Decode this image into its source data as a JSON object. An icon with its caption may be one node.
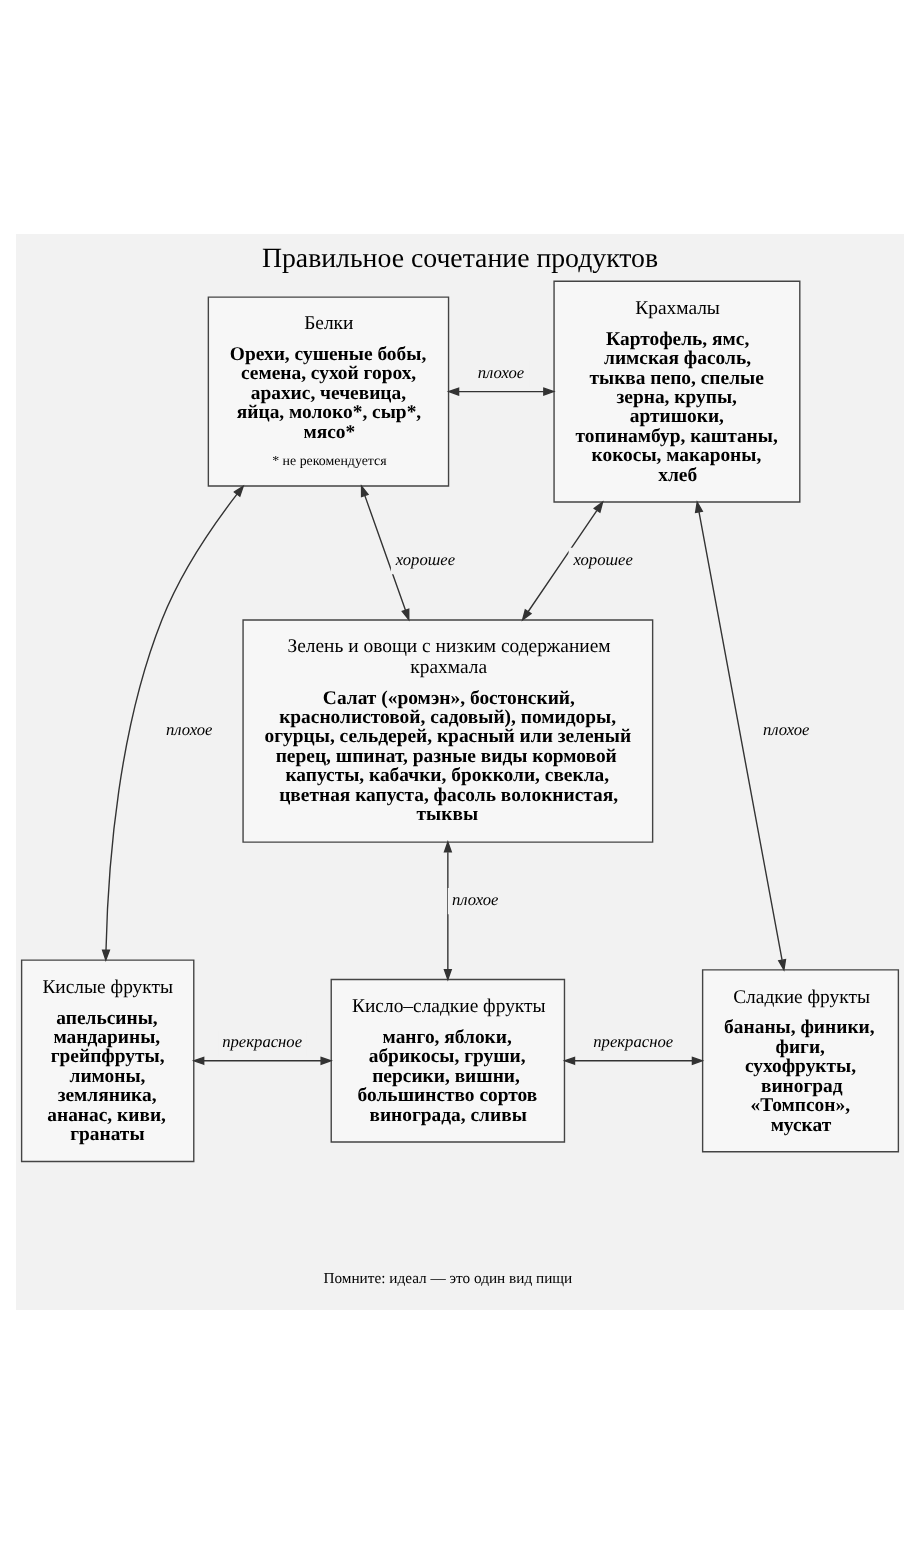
{
  "diagram": {
    "title": "Правильное сочетание продуктов",
    "caption": "Помните: идеал — это один вид пищи",
    "nodes": [
      {
        "text": [
          "Белки",
          "Орехи, сушеные бобы, семена, сухой горох, арахис, чечевица, яйца, молоко*, сыр*, мясо*",
          "* не рекомендуется"
        ]
      },
      {
        "text": [
          "Крахмалы",
          "Картофель, ямс, лимская фасоль, тыква пепо, спелые зерна, крупы, артишоки, топинамбур, каштаны, кокосы, макароны, хлеб"
        ]
      },
      {
        "text": [
          "Зелень и овощи с низким содержанием крахмала",
          "Салат («ромэн», бостонский, краснолистовой, садовый), помидоры, огурцы, сельдерей, красный или зеленый перец, шпинат, разные виды кормовой капусты, кабачки, брокколи, свекла, цветная капуста, фасоль волокнистая, тыквы"
        ]
      },
      {
        "text": [
          "Кислые фрукты",
          "апельсины, мандарины, грейпфруты, лимоны, земляника, ананас, киви, гранаты"
        ]
      },
      {
        "text": [
          "Кисло–сладкие фрукты",
          "манго, яблоки, абрикосы, груши, персики, вишни, большинство сортов винограда, сливы"
        ]
      },
      {
        "text": [
          "Сладкие фрукты",
          "бананы, финики, фиги, сухофрукты, виноград «Томпсон», мускат"
        ]
      }
    ],
    "edges": [
      {
        "from": 0,
        "to": 1,
        "arrow": "both",
        "label": "плохое"
      },
      {
        "from": 0,
        "to": 2,
        "arrow": "both",
        "label": "хорошее"
      },
      {
        "from": 1,
        "to": 2,
        "arrow": "both",
        "label": "хорошее"
      },
      {
        "from": 0,
        "to": 3,
        "arrow": "both",
        "label": "плохое"
      },
      {
        "from": 1,
        "to": 5,
        "arrow": "both",
        "label": "плохое"
      },
      {
        "from": 3,
        "to": 4,
        "arrow": "both",
        "label": "прекрасное"
      },
      {
        "from": 2,
        "to": 4,
        "arrow": "both",
        "label": "плохое"
      },
      {
        "from": 4,
        "to": 5,
        "arrow": "both",
        "label": "прекрасное"
      }
    ]
  }
}
